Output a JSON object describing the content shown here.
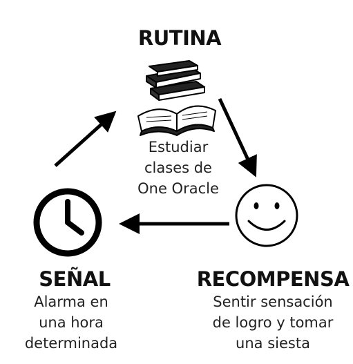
{
  "routine": {
    "title": "RUTINA",
    "lines": [
      "Estudiar",
      "clases de",
      "One Oracle"
    ],
    "icon": "books-icon"
  },
  "cue": {
    "title": "SEÑAL",
    "lines": [
      "Alarma en",
      "una hora",
      "determinada"
    ],
    "icon": "clock-icon"
  },
  "reward": {
    "title": "RECOMPENSA",
    "lines": [
      "Sentir sensación",
      "de logro y tomar",
      "una siesta"
    ],
    "icon": "smiley-face-icon"
  }
}
